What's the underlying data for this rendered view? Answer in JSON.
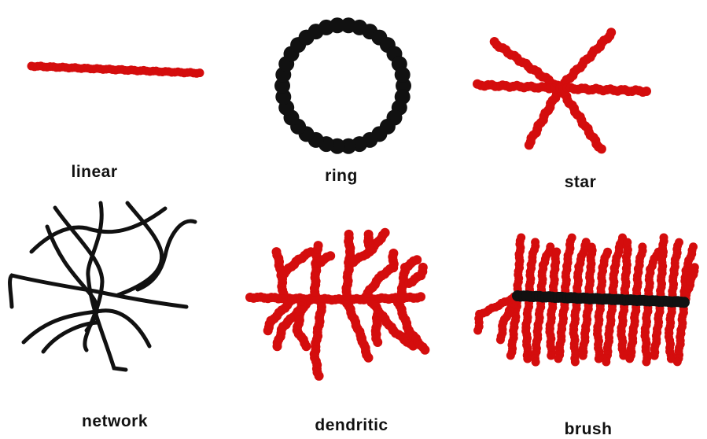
{
  "colors": {
    "red": "#d40d0d",
    "black": "#111111",
    "background": "#ffffff"
  },
  "panels": [
    {
      "id": "linear",
      "label": "linear"
    },
    {
      "id": "ring",
      "label": "ring"
    },
    {
      "id": "star",
      "label": "star"
    },
    {
      "id": "network",
      "label": "network"
    },
    {
      "id": "dendritic",
      "label": "dendritic"
    },
    {
      "id": "brush",
      "label": "brush"
    }
  ]
}
